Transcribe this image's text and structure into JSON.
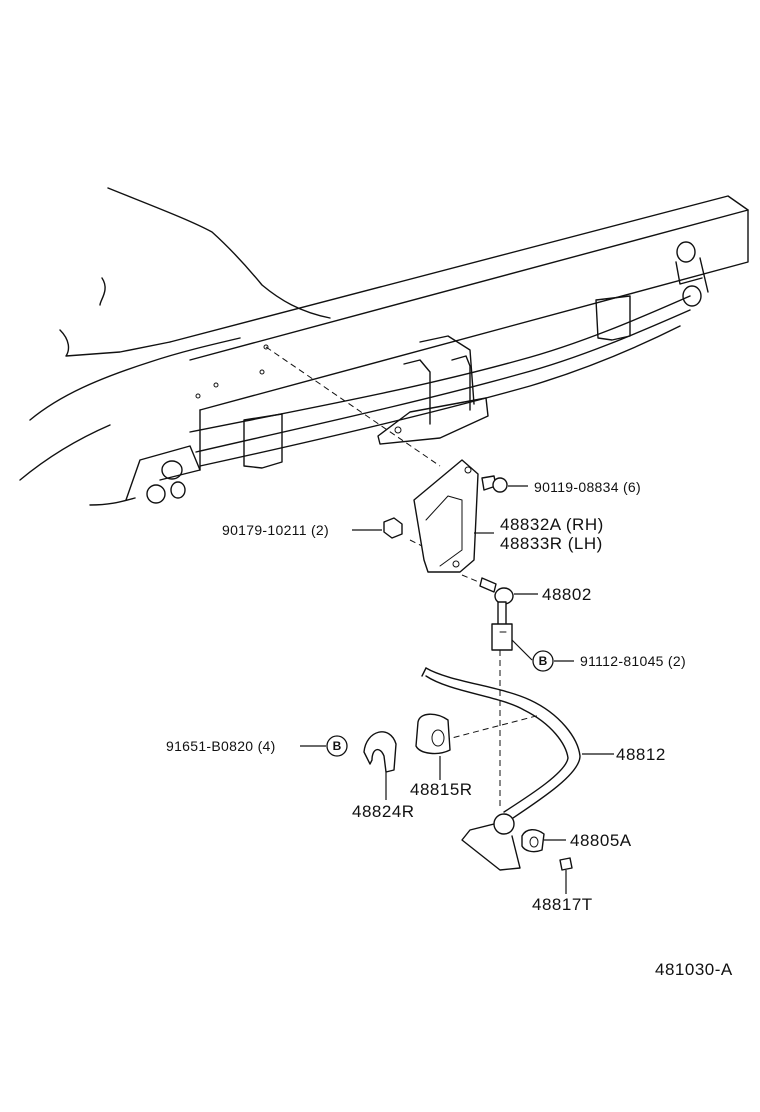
{
  "callouts": {
    "bolt_90119": "90119-08834 (6)",
    "nut_90179": "90179-10211 (2)",
    "bracket_rh": "48832A (RH)",
    "bracket_lh": "48833R (LH)",
    "link_48802": "48802",
    "bolt_91112": "91112-81045 (2)",
    "bolt_91651": "91651-B0820 (4)",
    "stabilizer_bar": "48812",
    "bushing_48815r": "48815R",
    "bracket_48824r": "48824R",
    "cushion_48805a": "48805A",
    "retainer_48817t": "48817T"
  },
  "badges": {
    "b1": "B",
    "b2": "B"
  },
  "figure_id": "481030-A"
}
